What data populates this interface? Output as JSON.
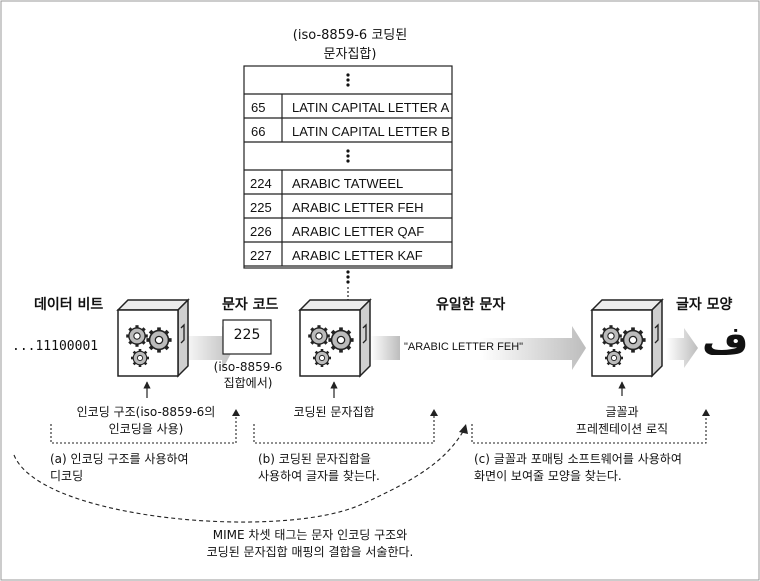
{
  "charset_caption": [
    "(iso-8859-6 코딩된",
    "문자집합)"
  ],
  "table_rows": [
    {
      "code": "65",
      "name": "LATIN CAPITAL LETTER A"
    },
    {
      "code": "66",
      "name": "LATIN CAPITAL LETTER B"
    },
    {
      "code": "224",
      "name": "ARABIC TATWEEL"
    },
    {
      "code": "225",
      "name": "ARABIC LETTER FEH"
    },
    {
      "code": "226",
      "name": "ARABIC LETTER QAF"
    },
    {
      "code": "227",
      "name": "ARABIC LETTER KAF"
    }
  ],
  "headings": {
    "data_bits": "데이터 비트",
    "char_code": "문자 코드",
    "unique_char": "유일한 문자",
    "glyph": "글자 모양"
  },
  "bits_value": "...11100001",
  "code_value": "225",
  "code_note": [
    "(iso-8859-6",
    "집합에서)"
  ],
  "unique_char_value": "\"ARABIC LETTER FEH\"",
  "glyph_char": "ف",
  "box_labels": {
    "encoding": [
      "인코딩 구조(iso-8859-6의",
      "인코딩을 사용)"
    ],
    "charset": "코딩된 문자집합",
    "font": [
      "글꼴과",
      "프레젠테이션 로직"
    ]
  },
  "steps": {
    "a": [
      "(a) 인코딩 구조를 사용하여",
      "디코딩"
    ],
    "b": [
      "(b) 코딩된 문자집합을",
      "사용하여 글자를 찾는다."
    ],
    "c": [
      "(c) 글꼴과 포매팅 소프트웨어를 사용하여",
      "화면이 보여줄 모양을 찾는다."
    ]
  },
  "mime_note": [
    "MIME 차셋 태그는 문자 인코딩 구조와",
    "코딩된 문자집합 매핑의 결합을 서술한다."
  ],
  "colors": {
    "line": "#222222",
    "box_face": "#ffffff",
    "box_side": "#d9d9d9",
    "arrow": "#cccccc"
  }
}
